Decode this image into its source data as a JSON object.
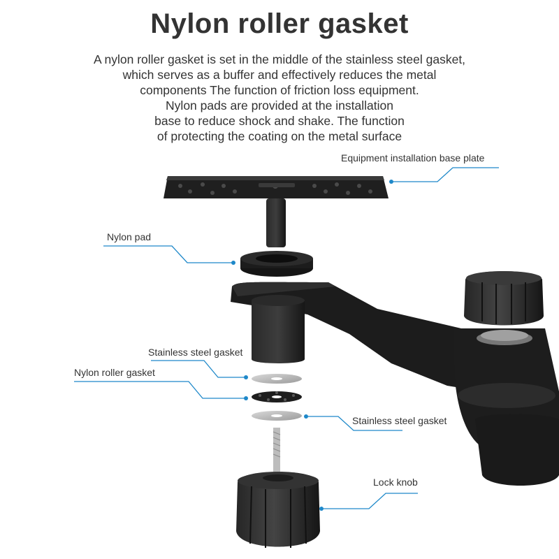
{
  "title": "Nylon roller gasket",
  "description": [
    "A nylon roller gasket is set in the middle of the stainless steel gasket,",
    "which serves as a buffer and effectively reduces the metal",
    "components The function of friction loss equipment.",
    "Nylon pads are provided at the installation",
    "base to reduce shock and shake. The function",
    "of protecting the coating on the metal surface"
  ],
  "callouts": {
    "base_plate": "Equipment installation base plate",
    "nylon_pad": "Nylon pad",
    "stainless_top": "Stainless steel gasket",
    "nylon_roller": "Nylon roller gasket",
    "stainless_bottom": "Stainless steel gasket",
    "lock_knob": "Lock knob"
  },
  "colors": {
    "leader_line": "#1e88c9",
    "part_dark": "#1e1e1e",
    "steel": "#b5b5b5",
    "text": "#333333"
  }
}
